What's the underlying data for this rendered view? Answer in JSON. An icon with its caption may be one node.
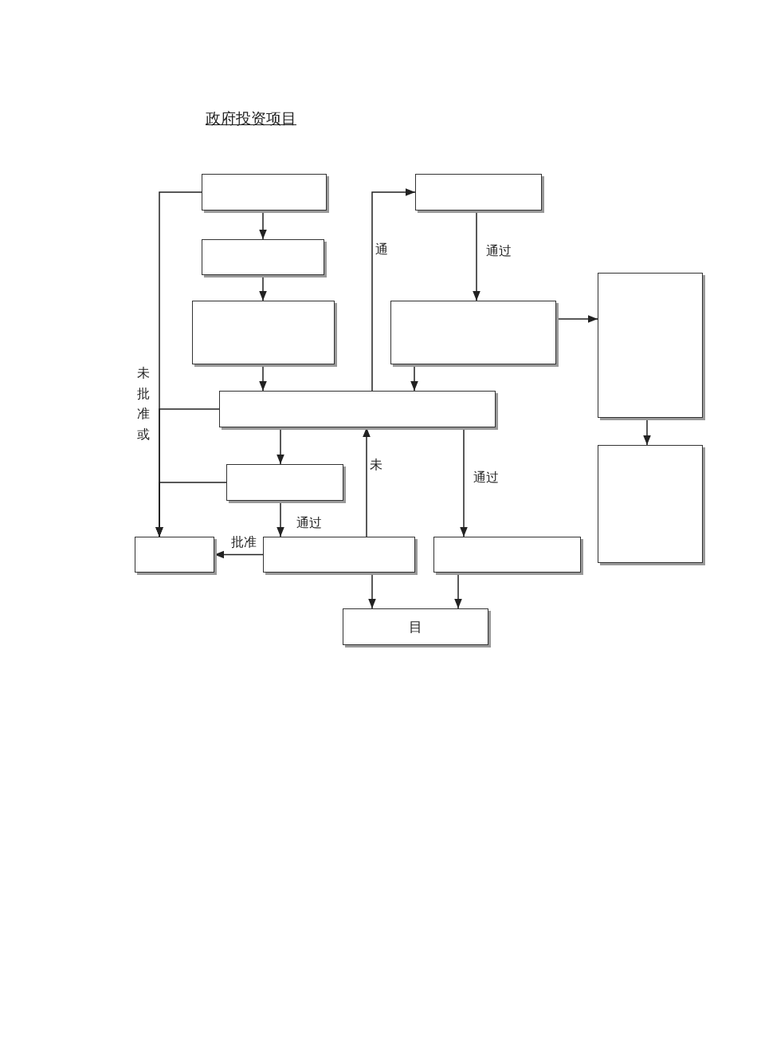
{
  "diagram": {
    "title": "政府投资项目",
    "nodes": [
      {
        "text": [],
        "shape": "box"
      },
      {
        "text": [],
        "shape": "box"
      },
      {
        "text": [],
        "shape": "box"
      },
      {
        "text": [],
        "shape": "box"
      },
      {
        "text": [],
        "shape": "box"
      },
      {
        "text": [],
        "shape": "box"
      },
      {
        "text": [],
        "shape": "box"
      },
      {
        "text": [],
        "shape": "box"
      },
      {
        "text": [],
        "shape": "box"
      },
      {
        "text": [],
        "shape": "box"
      },
      {
        "text": [],
        "shape": "box"
      },
      {
        "text": [],
        "shape": "box"
      },
      {
        "text": [
          "目"
        ]
      }
    ],
    "edges": [
      {
        "from": 0,
        "to": 1,
        "arrow": "to"
      },
      {
        "from": 1,
        "to": 2,
        "arrow": "to"
      },
      {
        "from": 2,
        "to": 6,
        "arrow": "to"
      },
      {
        "from": 3,
        "to": 4,
        "arrow": "to",
        "label": "通过"
      },
      {
        "from": 4,
        "to": 5,
        "arrow": "to"
      },
      {
        "from": 5,
        "to": 11,
        "arrow": "to"
      },
      {
        "from": 4,
        "to": 6,
        "arrow": "to"
      },
      {
        "from": 6,
        "to": 7,
        "arrow": "to"
      },
      {
        "from": 7,
        "to": 9,
        "arrow": "to",
        "label": "通过"
      },
      {
        "from": 6,
        "to": 10,
        "arrow": "to",
        "label": "通过"
      },
      {
        "from": 9,
        "to": 6,
        "arrow": "to",
        "label": "未"
      },
      {
        "from": 9,
        "to": 12,
        "arrow": "to"
      },
      {
        "from": 10,
        "to": 12,
        "arrow": "to"
      },
      {
        "from": 6,
        "to": 3,
        "arrow": "to",
        "label": "通"
      },
      {
        "from": 0,
        "to": 8,
        "arrow": "to",
        "label": "未批准或"
      },
      {
        "from": 6,
        "to": 8,
        "arrow": "to"
      },
      {
        "from": 7,
        "to": 8,
        "arrow": "to"
      },
      {
        "from": 9,
        "to": 8,
        "arrow": "to",
        "label": "批准"
      }
    ]
  }
}
